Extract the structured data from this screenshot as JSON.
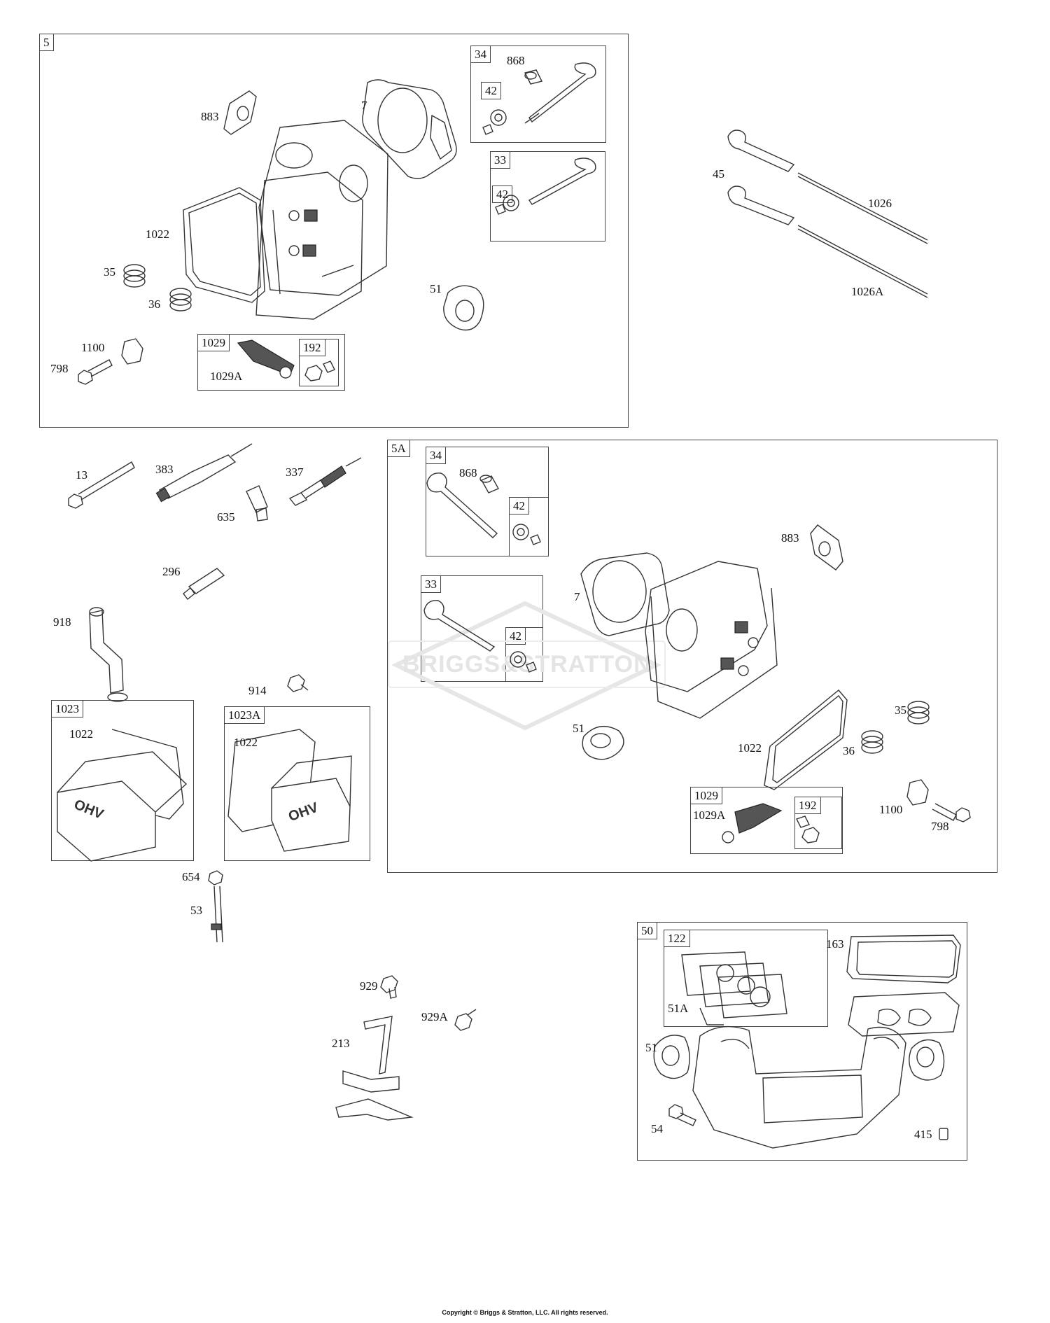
{
  "boxes": {
    "kit_5": "5",
    "kit_34_top": "34",
    "kit_42_a": "42",
    "kit_33_top": "33",
    "kit_42_b": "42",
    "kit_1029_top": "1029",
    "kit_192_top": "192",
    "kit_5A": "5A",
    "kit_34_5a": "34",
    "kit_42_c": "42",
    "kit_33_5a": "33",
    "kit_42_d": "42",
    "kit_1029_5a": "1029",
    "kit_192_5a": "192",
    "kit_1023": "1023",
    "kit_1023A": "1023A",
    "kit_50": "50",
    "kit_122": "122"
  },
  "labels": {
    "p883_top": "883",
    "p7_top": "7",
    "p868_top": "868",
    "p1022_top": "1022",
    "p35_top": "35",
    "p36_top": "36",
    "p51_top": "51",
    "p1100_top": "1100",
    "p798_top": "798",
    "p1029A_top": "1029A",
    "p45": "45",
    "p1026": "1026",
    "p1026A": "1026A",
    "p13": "13",
    "p383": "383",
    "p337": "337",
    "p635": "635",
    "p296": "296",
    "p918": "918",
    "p914": "914",
    "p1022_1023": "1022",
    "p1022_1023A": "1022",
    "p654": "654",
    "p53": "53",
    "p868_5a": "868",
    "p883_5a": "883",
    "p7_5a": "7",
    "p51_5a": "51",
    "p1022_5a": "1022",
    "p35_5a": "35",
    "p36_5a": "36",
    "p1029A_5a": "1029A",
    "p1100_5a": "1100",
    "p798_5a": "798",
    "p929": "929",
    "p929A": "929A",
    "p213": "213",
    "p163": "163",
    "p51A": "51A",
    "p51_50": "51",
    "p54": "54",
    "p415": "415"
  },
  "watermark": "BRIGGS&STRATTON",
  "logo_text": "OHV",
  "copyright": "Copyright © Briggs & Stratton, LLC. All rights reserved."
}
